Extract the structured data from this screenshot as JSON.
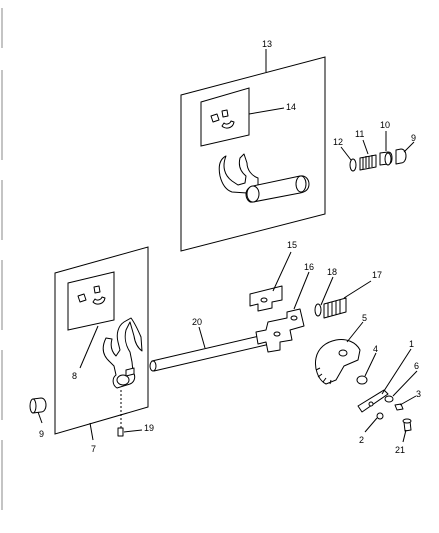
{
  "callouts": [
    "13",
    "14",
    "9",
    "12",
    "11",
    "10",
    "15",
    "16",
    "18",
    "17",
    "20",
    "5",
    "4",
    "1",
    "6",
    "3",
    "8",
    "9",
    "7",
    "19",
    "2",
    "21"
  ]
}
